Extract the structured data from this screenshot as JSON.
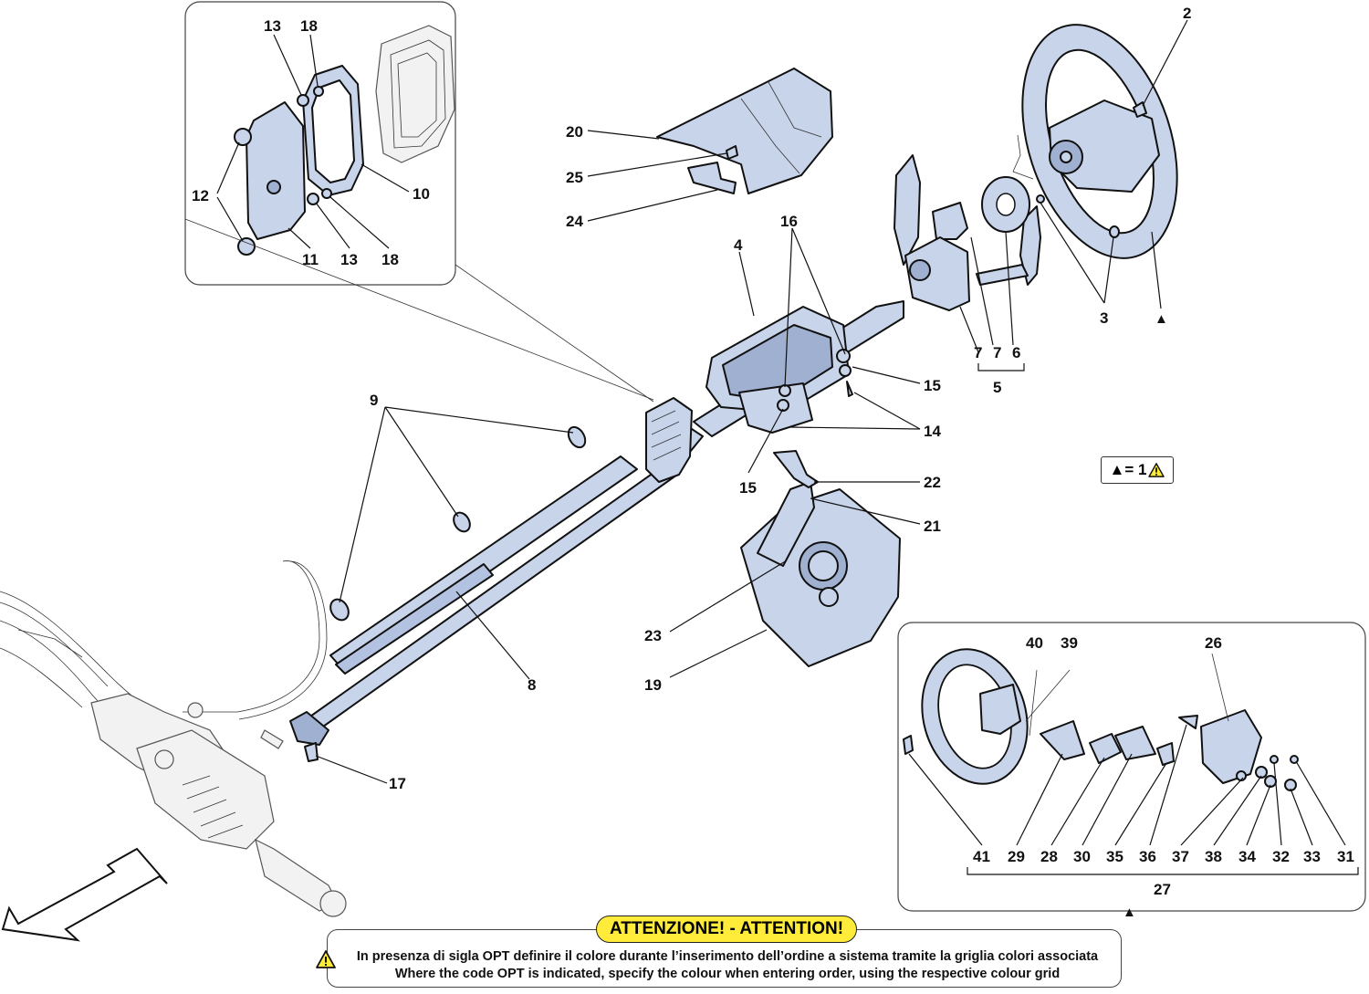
{
  "labels": {
    "n2": "2",
    "n3": "3",
    "n4": "4",
    "n5": "5",
    "n6": "6",
    "n7": "7",
    "n8": "8",
    "n9": "9",
    "n10": "10",
    "n11": "11",
    "n12": "12",
    "n13a": "13",
    "n13b": "13",
    "n14": "14",
    "n15a": "15",
    "n15b": "15",
    "n16": "16",
    "n17": "17",
    "n18a": "18",
    "n18b": "18",
    "n19": "19",
    "n20": "20",
    "n21": "21",
    "n22": "22",
    "n23": "23",
    "n24": "24",
    "n25": "25",
    "n26": "26",
    "n27": "27",
    "n28": "28",
    "n29": "29",
    "n30": "30",
    "n31": "31",
    "n32": "32",
    "n33": "33",
    "n34": "34",
    "n35": "35",
    "n36": "36",
    "n37": "37",
    "n38": "38",
    "n39": "39",
    "n40": "40",
    "n41": "41"
  },
  "markers": {
    "triangle": "▲"
  },
  "legend": {
    "text": "▲= 1"
  },
  "notice": {
    "title": "ATTENZIONE! - ATTENTION!",
    "italian": "In presenza di sigla OPT definire il colore durante l’inserimento dell’ordine a sistema tramite la griglia colori associata",
    "english": "Where the code OPT is indicated, specify the colour when entering order, using the respective colour grid"
  },
  "colors": {
    "part_fill": "#c8d4ea",
    "warning_yellow": "#ffec3a"
  }
}
